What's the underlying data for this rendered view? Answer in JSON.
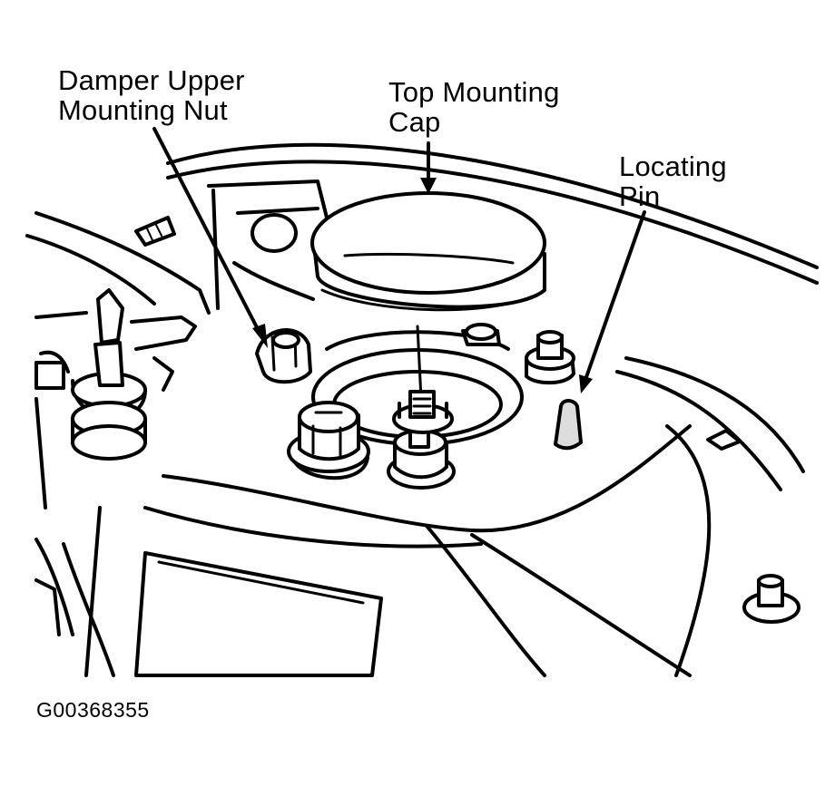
{
  "labels": {
    "damper_nut": [
      "Damper Upper",
      "Mounting Nut"
    ],
    "top_cap": [
      "Top Mounting",
      "Cap"
    ],
    "locating_pin": [
      "Locating",
      "Pin"
    ]
  },
  "figure_code": "G00368355",
  "colors": {
    "ink": "#000000",
    "paper": "#ffffff",
    "shade": "#888888"
  }
}
